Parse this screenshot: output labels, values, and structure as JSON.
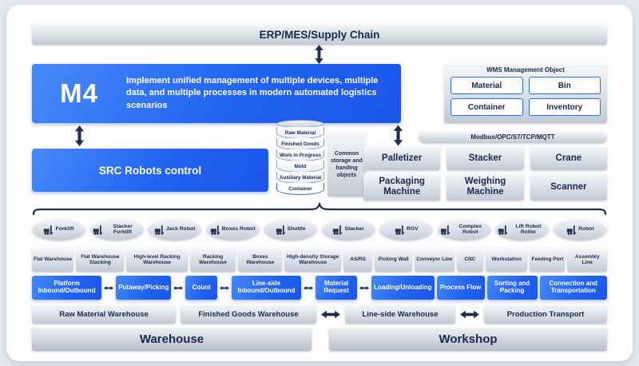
{
  "colors": {
    "brand_blue": "#2263f1",
    "dark_text": "#16294d",
    "panel_metal": "#d7dde5",
    "wms_cell_border": "#2b6cf3"
  },
  "top_bar": {
    "label": "ERP/MES/Supply Chain"
  },
  "m4": {
    "title": "M4",
    "description": "Implement unified management of multiple devices, multiple data, and multiple processes in modern automated logistics scenarios"
  },
  "wms": {
    "title": "WMS Management Object",
    "items": [
      "Material",
      "Bin",
      "Container",
      "Inventory"
    ]
  },
  "src": {
    "label": "SRC Robots control"
  },
  "storage": {
    "cylinder_items": [
      "Raw Material",
      "Finished Goods",
      "Work in Progress",
      "Mold",
      "Auxiliary Material",
      "Container"
    ],
    "side_label": "Common storage and handing objects"
  },
  "protocol": {
    "label": "Modbus/OPC/S7/TCP/MQTT"
  },
  "devices": {
    "items": [
      "Palletizer",
      "Stacker",
      "Crane",
      "Packaging Machine",
      "Weighing Machine",
      "Scanner"
    ]
  },
  "equipment": {
    "items": [
      "Forklift",
      "Stacker Forklift",
      "Jack Robot",
      "Boxes Robot",
      "Shuttle",
      "Stacker",
      "RGV",
      "Complex Robot",
      "Lift Robot Roller",
      "Robot"
    ]
  },
  "locations": {
    "items": [
      "Flat Warehouse",
      "Flat Warehouse Stacking",
      "High-level Racking Warehouse",
      "Racking Warehouse",
      "Boxes Warehouse",
      "High-density Storage Warehouse",
      "AS/RS",
      "Picking Wall",
      "Conveyor Line",
      "CNC",
      "Workstation",
      "Feeding Port",
      "Assembly Line"
    ]
  },
  "processes": {
    "items": [
      "Platform Inbound/Outbound",
      "Putaway/Picking",
      "Count",
      "Line-side Inbound/Outbound",
      "Material Request",
      "Loading/Unloading",
      "Process Flow",
      "Sorting and Packing",
      "Connection and Transportation"
    ]
  },
  "warehouses": {
    "items": [
      "Raw Material Warehouse",
      "Finished Goods Warehouse",
      "Line-side Warehouse",
      "Production Transport"
    ]
  },
  "zones": {
    "left": "Warehouse",
    "right": "Workshop"
  }
}
